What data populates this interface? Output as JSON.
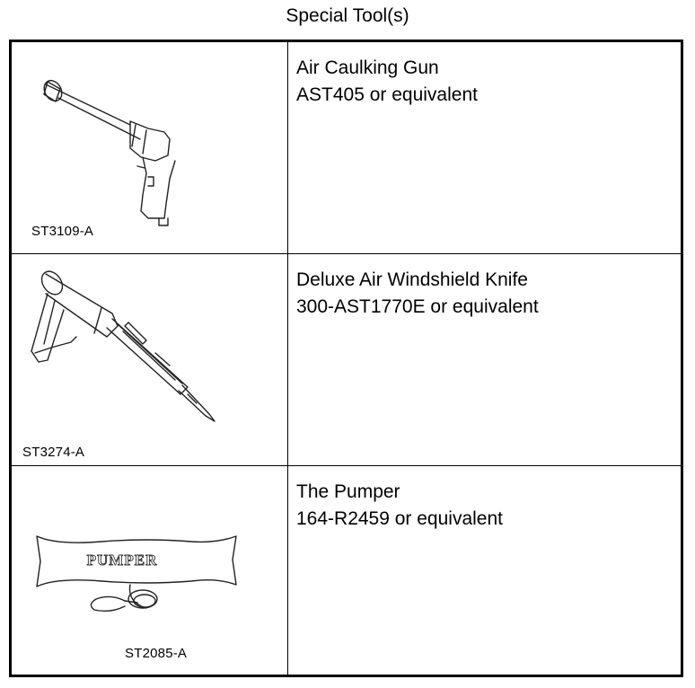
{
  "title": "Special Tool(s)",
  "tools": [
    {
      "image_code": "ST3109-A",
      "name": "Air Caulking Gun",
      "part": "AST405 or equivalent",
      "icon": "caulking-gun-icon"
    },
    {
      "image_code": "ST3274-A",
      "name": "Deluxe Air Windshield Knife",
      "part": "300-AST1770E or equivalent",
      "icon": "windshield-knife-icon"
    },
    {
      "image_code": "ST2085-A",
      "name": "The Pumper",
      "part": "164-R2459 or equivalent",
      "icon": "pumper-icon",
      "illustration_label": "PUMPER"
    }
  ]
}
